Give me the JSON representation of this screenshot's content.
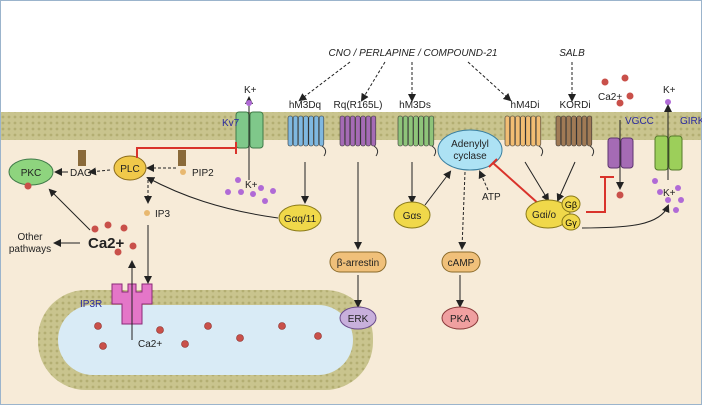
{
  "ligands": {
    "main": "CNO / PERLAPINE / COMPOUND-21",
    "salb": "SALB"
  },
  "receptors": [
    {
      "label": "hM3Dq",
      "color": "#7fb8e0"
    },
    {
      "label": "Rq(R165L)",
      "color": "#a56bb5"
    },
    {
      "label": "hM3Ds",
      "color": "#8ec47a"
    },
    {
      "label": "hM4Di",
      "color": "#f2bd73"
    },
    {
      "label": "KORDi",
      "color": "#a07a55"
    }
  ],
  "channels": {
    "kv7": "Kv7",
    "vgcc": "VGCC",
    "girk": "GIRK",
    "ip3r": "IP3R"
  },
  "ions": {
    "k": "K+",
    "ca": "Ca2+"
  },
  "molecules": {
    "pkc": "PKC",
    "dag": "DAG",
    "plc": "PLC",
    "pip2": "PIP2",
    "ip3": "IP3",
    "ca_big": "Ca2+",
    "other": "Other",
    "pathways": "pathways",
    "gq": "Gαq/11",
    "barrestin": "β-arrestin",
    "erk": "ERK",
    "gs": "Gαs",
    "ac1": "Adenylyl",
    "ac2": "cyclase",
    "atp": "ATP",
    "camp": "cAMP",
    "pka": "PKA",
    "gio": "Gαi/o",
    "gb": "Gβ",
    "gg": "Gγ"
  },
  "colors": {
    "membrane": "#c9c48e",
    "cytoplasm": "#f7ebd8",
    "er_lumen": "#d9ebf6",
    "inhibit": "#d9332b",
    "label_blue": "#2a2aa0"
  }
}
